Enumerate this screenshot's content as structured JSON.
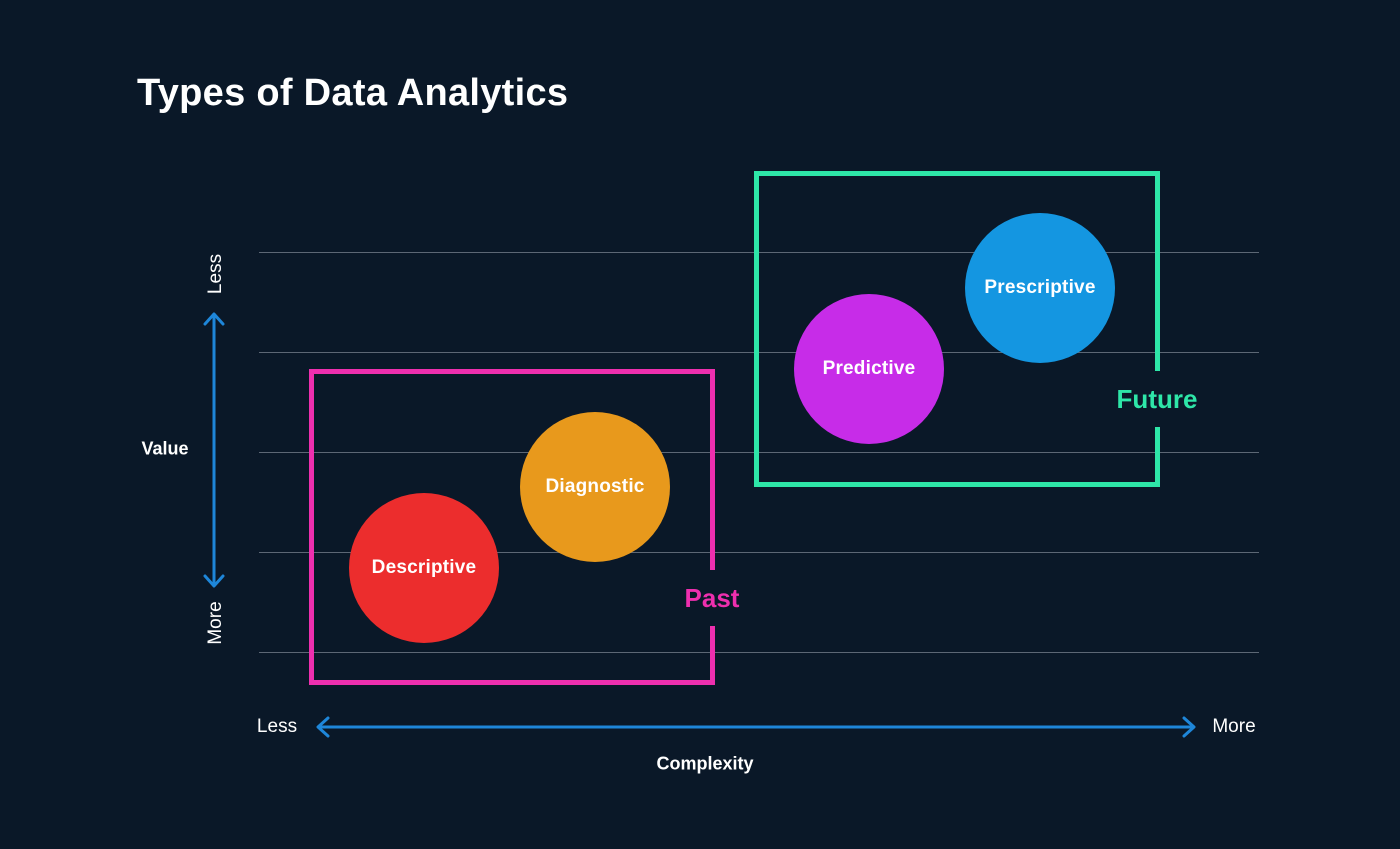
{
  "title": "Types of Data Analytics",
  "colors": {
    "background": "#0a1828",
    "grid": "#78828f",
    "axis_arrow": "#1e86d9",
    "text": "#ffffff",
    "past_accent": "#ee2fae",
    "future_accent": "#2ee6a8"
  },
  "y_axis": {
    "label": "Value",
    "top": "Less",
    "bottom": "More"
  },
  "x_axis": {
    "label": "Complexity",
    "left": "Less",
    "right": "More"
  },
  "chart_data": {
    "type": "scatter",
    "title": "Types of Data Analytics",
    "xlabel": "Complexity",
    "ylabel": "Value",
    "x_axis_endpoints_left_to_right": [
      "Less",
      "More"
    ],
    "y_axis_endpoints_top_to_bottom": [
      "Less",
      "More"
    ],
    "grid": true,
    "gridline_count": 5,
    "legend_position": "none",
    "groups": [
      {
        "name": "Past",
        "color": "#ee2fae",
        "members": [
          "Descriptive",
          "Diagnostic"
        ]
      },
      {
        "name": "Future",
        "color": "#2ee6a8",
        "members": [
          "Predictive",
          "Prescriptive"
        ]
      }
    ],
    "points": [
      {
        "label": "Descriptive",
        "group": "Past",
        "color": "#ec2d2d",
        "x_norm": 0.165,
        "y_norm": 0.79
      },
      {
        "label": "Diagnostic",
        "group": "Past",
        "color": "#e8991c",
        "x_norm": 0.336,
        "y_norm": 0.588
      },
      {
        "label": "Predictive",
        "group": "Future",
        "color": "#c72ce8",
        "x_norm": 0.61,
        "y_norm": 0.293
      },
      {
        "label": "Prescriptive",
        "group": "Future",
        "color": "#1496e1",
        "x_norm": 0.781,
        "y_norm": 0.09
      }
    ]
  }
}
